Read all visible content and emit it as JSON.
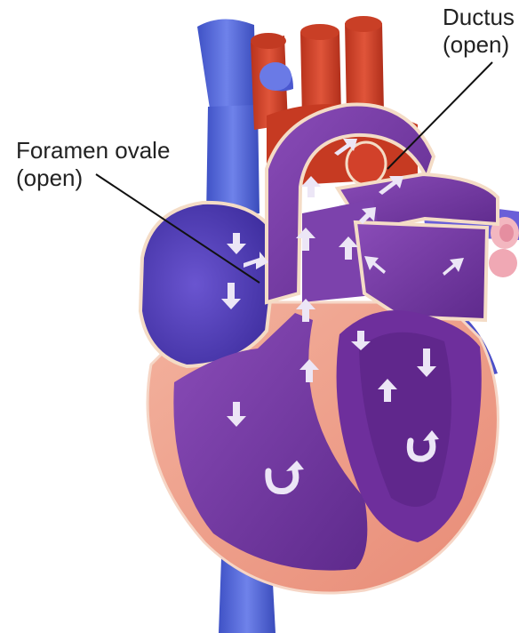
{
  "annotations": {
    "foramen_ovale": {
      "line1": "Foramen ovale",
      "line2": "(open)"
    },
    "ductus": {
      "line1": "Ductus",
      "line2": "(open)"
    }
  },
  "colors": {
    "vena_cava": "#5468d8",
    "aorta_red": "#d2412a",
    "purple_blood": "#7b3fa8",
    "muscle_pink": "#f0a08c",
    "outline": "#f4dcc6",
    "arrow": "#ece6f6"
  },
  "icons": [
    "blood-flow-arrow-icon"
  ]
}
